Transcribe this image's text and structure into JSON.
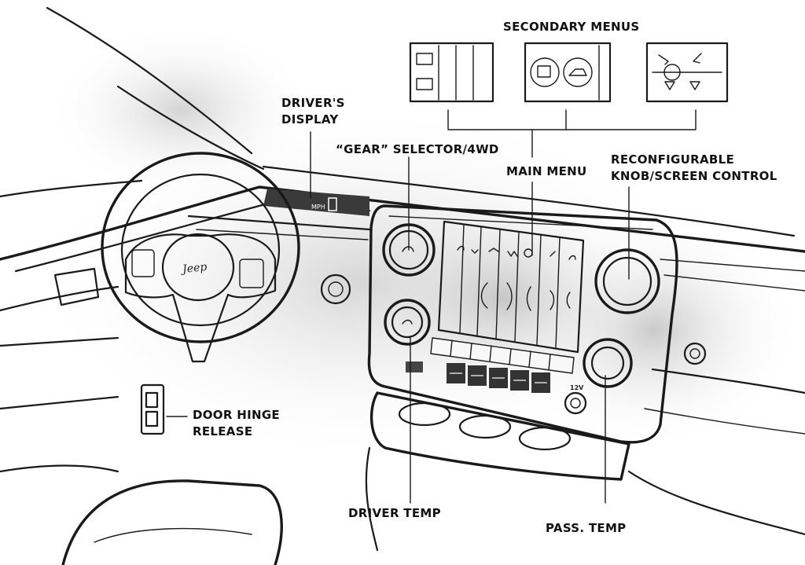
{
  "labels": {
    "secondary_menus": "SECONDARY MENUS",
    "drivers_display": [
      "DRIVER'S",
      "DISPLAY"
    ],
    "gear_selector": "“GEAR” SELECTOR/4WD",
    "main_menu": "MAIN MENU",
    "reconfigurable": [
      "RECONFIGURABLE",
      "KNOB/SCREEN CONTROL"
    ],
    "door_hinge": [
      "DOOR HINGE",
      "RELEASE"
    ],
    "driver_temp": "DRIVER TEMP",
    "pass_temp": "PASS. TEMP"
  },
  "sketch_text": {
    "steering_logo": "Jeep",
    "outlet_12v": "12V"
  },
  "colors": {
    "ink": "#1a1a1a",
    "shadow": "#d9d9d9",
    "paper": "#ffffff"
  }
}
